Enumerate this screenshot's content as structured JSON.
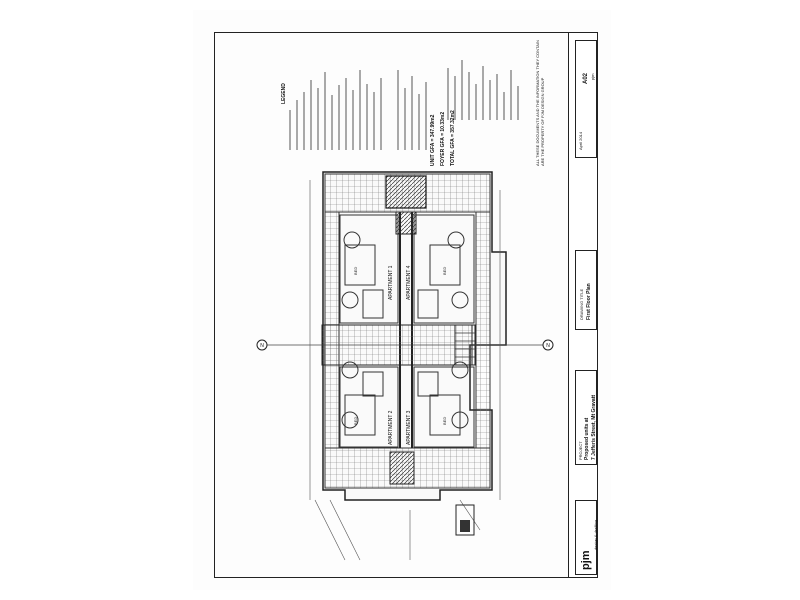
{
  "drawing": {
    "legend_title": "LEGEND",
    "area_summary": {
      "unit_gfa": "UNIT GFA = 347.99m2",
      "foyer_gfa": "FOYER GFA = 10.33m2",
      "total_gfa": "TOTAL GFA = 357.32m2"
    },
    "apartments": [
      "APARTMENT 1",
      "APARTMENT 2",
      "APARTMENT 3",
      "APARTMENT 4"
    ],
    "drawing_title": "First Floor Plan",
    "drawing_title_label": "DRAWING TITLE",
    "project_label": "PROJECT",
    "project_name": "Proposed units at",
    "project_address": "7 Jefferis Street, Mt Gravatt",
    "firm_name": "pjm",
    "firm_tagline": "design & drafting",
    "sheet_number": "A02",
    "job_number": "pjm",
    "date": "April 2014",
    "copyright_note": "ALL THESE DOCUMENTS AND THE INFORMATION THEY CONTAIN ARE THE PROPERTY OF PJM DESIGN GROUP",
    "room_label": "BED",
    "north_marker": "N"
  }
}
